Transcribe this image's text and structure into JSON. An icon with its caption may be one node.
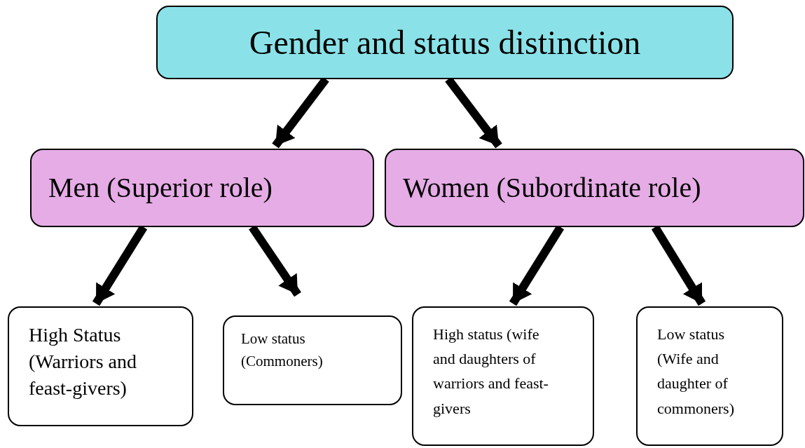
{
  "diagram": {
    "nodes": [
      {
        "text": [
          "Gender and status distinction"
        ]
      },
      {
        "text": [
          "Men (Superior role)"
        ]
      },
      {
        "text": [
          "Women (Subordinate role)"
        ]
      },
      {
        "text": [
          "High Status (Warriors and feast-givers)"
        ]
      },
      {
        "text": [
          "Low status (Commoners)"
        ]
      },
      {
        "text": [
          "High status (wife and daughters of warriors and feast-givers"
        ]
      },
      {
        "text": [
          "Low status (Wife and daughter of commoners)"
        ]
      }
    ],
    "edges": [
      {
        "from": 0,
        "to": 1,
        "arrow": "to"
      },
      {
        "from": 0,
        "to": 2,
        "arrow": "to"
      },
      {
        "from": 1,
        "to": 3,
        "arrow": "to"
      },
      {
        "from": 1,
        "to": 4,
        "arrow": "to"
      },
      {
        "from": 2,
        "to": 5,
        "arrow": "to"
      },
      {
        "from": 2,
        "to": 6,
        "arrow": "to"
      }
    ]
  }
}
